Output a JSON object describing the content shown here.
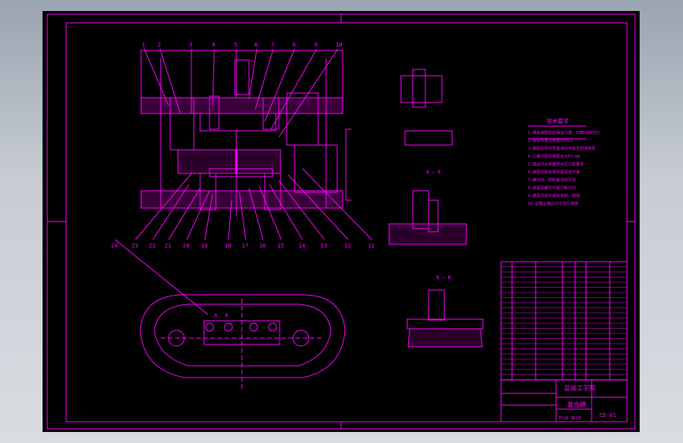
{
  "viewer": {
    "background_color": "#b8bfc8",
    "sheet_color": "#000000",
    "line_color": "#ff00ff",
    "accent_color": "#ffffff"
  },
  "balloons_top": [
    "1",
    "2",
    "3",
    "4",
    "5",
    "6",
    "7",
    "8",
    "9",
    "10"
  ],
  "balloons_bottom": [
    "24",
    "23",
    "22",
    "21",
    "20",
    "19",
    "18",
    "17",
    "16",
    "15",
    "14",
    "13",
    "12",
    "11"
  ],
  "section_labels": {
    "aa_title": "A — A",
    "bb_title": "B — B",
    "plan_a": "A",
    "plan_b": "B"
  },
  "tech_requirements": {
    "title": "技术要求",
    "lines": [
      "1.模具装配后应保证凸模、凹模间隙均匀",
      "2.各零件未注倒角均为C1",
      "3.装配后导柱导套滑动平稳无阻滞现象",
      "4.凸模与固定板配合为H7/m6",
      "5.模具闭合高度符合压力机要求",
      "6.装配前所有零件需清洗干净",
      "7.推件块、卸料板活动灵活",
      "8.各紧固螺钉拧紧力矩均匀",
      "9.模具外观不得有毛刺、锈蚀",
      "10.试模合格后方可交付使用"
    ]
  },
  "title_block": {
    "school": "盐城工学院",
    "drawing_name": "复合模",
    "drawing_no": "CD-01",
    "scale_row": "共1张 第1张"
  }
}
